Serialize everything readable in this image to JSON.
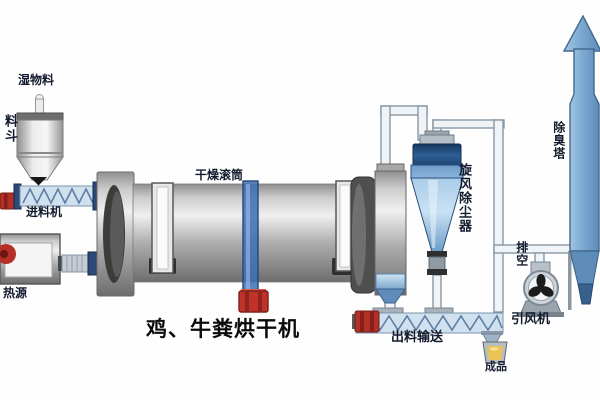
{
  "title": "鸡、牛粪烘干机",
  "labels": {
    "wet_material": "湿物料",
    "hopper": "料斗",
    "feeder": "进料机",
    "heat_source": "热源",
    "drum": "干燥滚筒",
    "cyclone": "旋风除尘器",
    "vent": "排空",
    "fan": "引风机",
    "tower": "除臭塔",
    "discharge_conveyor": "出料输送",
    "product": "成品"
  },
  "colors": {
    "label_text": "#131b2e",
    "title_text": "#0a0a0a",
    "drum_metal": "#c9c9c9",
    "stand_blue": "#3e6db4",
    "motor_red": "#b33028",
    "cyclone_dark_blue": "#1f3f6e",
    "cyclone_light_blue": "#a9cce9",
    "tower_blue": "#7facd4",
    "conveyor_blue": "#cfe0ee",
    "pipe_fill": "#f1f4f7"
  }
}
